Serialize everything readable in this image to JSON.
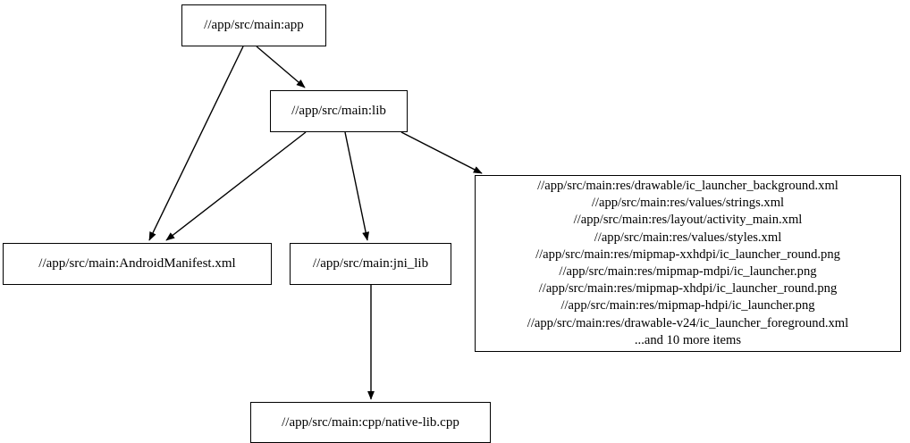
{
  "graph": {
    "type": "directed-dependency-graph",
    "background": "#ffffff",
    "stroke": "#000000",
    "nodes": [
      {
        "id": "app",
        "label": "//app/src/main:app"
      },
      {
        "id": "lib",
        "label": "//app/src/main:lib"
      },
      {
        "id": "manifest",
        "label": "//app/src/main:AndroidManifest.xml"
      },
      {
        "id": "jni_lib",
        "label": "//app/src/main:jni_lib"
      },
      {
        "id": "native_lib",
        "label": "//app/src/main:cpp/native-lib.cpp"
      },
      {
        "id": "res",
        "lines": [
          "//app/src/main:res/drawable/ic_launcher_background.xml",
          "//app/src/main:res/values/strings.xml",
          "//app/src/main:res/layout/activity_main.xml",
          "//app/src/main:res/values/styles.xml",
          "//app/src/main:res/mipmap-xxhdpi/ic_launcher_round.png",
          "//app/src/main:res/mipmap-mdpi/ic_launcher.png",
          "//app/src/main:res/mipmap-xhdpi/ic_launcher_round.png",
          "//app/src/main:res/mipmap-hdpi/ic_launcher.png",
          "//app/src/main:res/drawable-v24/ic_launcher_foreground.xml",
          "...and 10 more items"
        ]
      }
    ],
    "edges": [
      {
        "id": "app-lib",
        "from": "app",
        "to": "lib"
      },
      {
        "id": "app-manifest",
        "from": "app",
        "to": "manifest"
      },
      {
        "id": "lib-manifest",
        "from": "lib",
        "to": "manifest"
      },
      {
        "id": "lib-jni_lib",
        "from": "lib",
        "to": "jni_lib"
      },
      {
        "id": "lib-res",
        "from": "lib",
        "to": "res"
      },
      {
        "id": "jni_lib-native_lib",
        "from": "jni_lib",
        "to": "native_lib"
      }
    ]
  }
}
